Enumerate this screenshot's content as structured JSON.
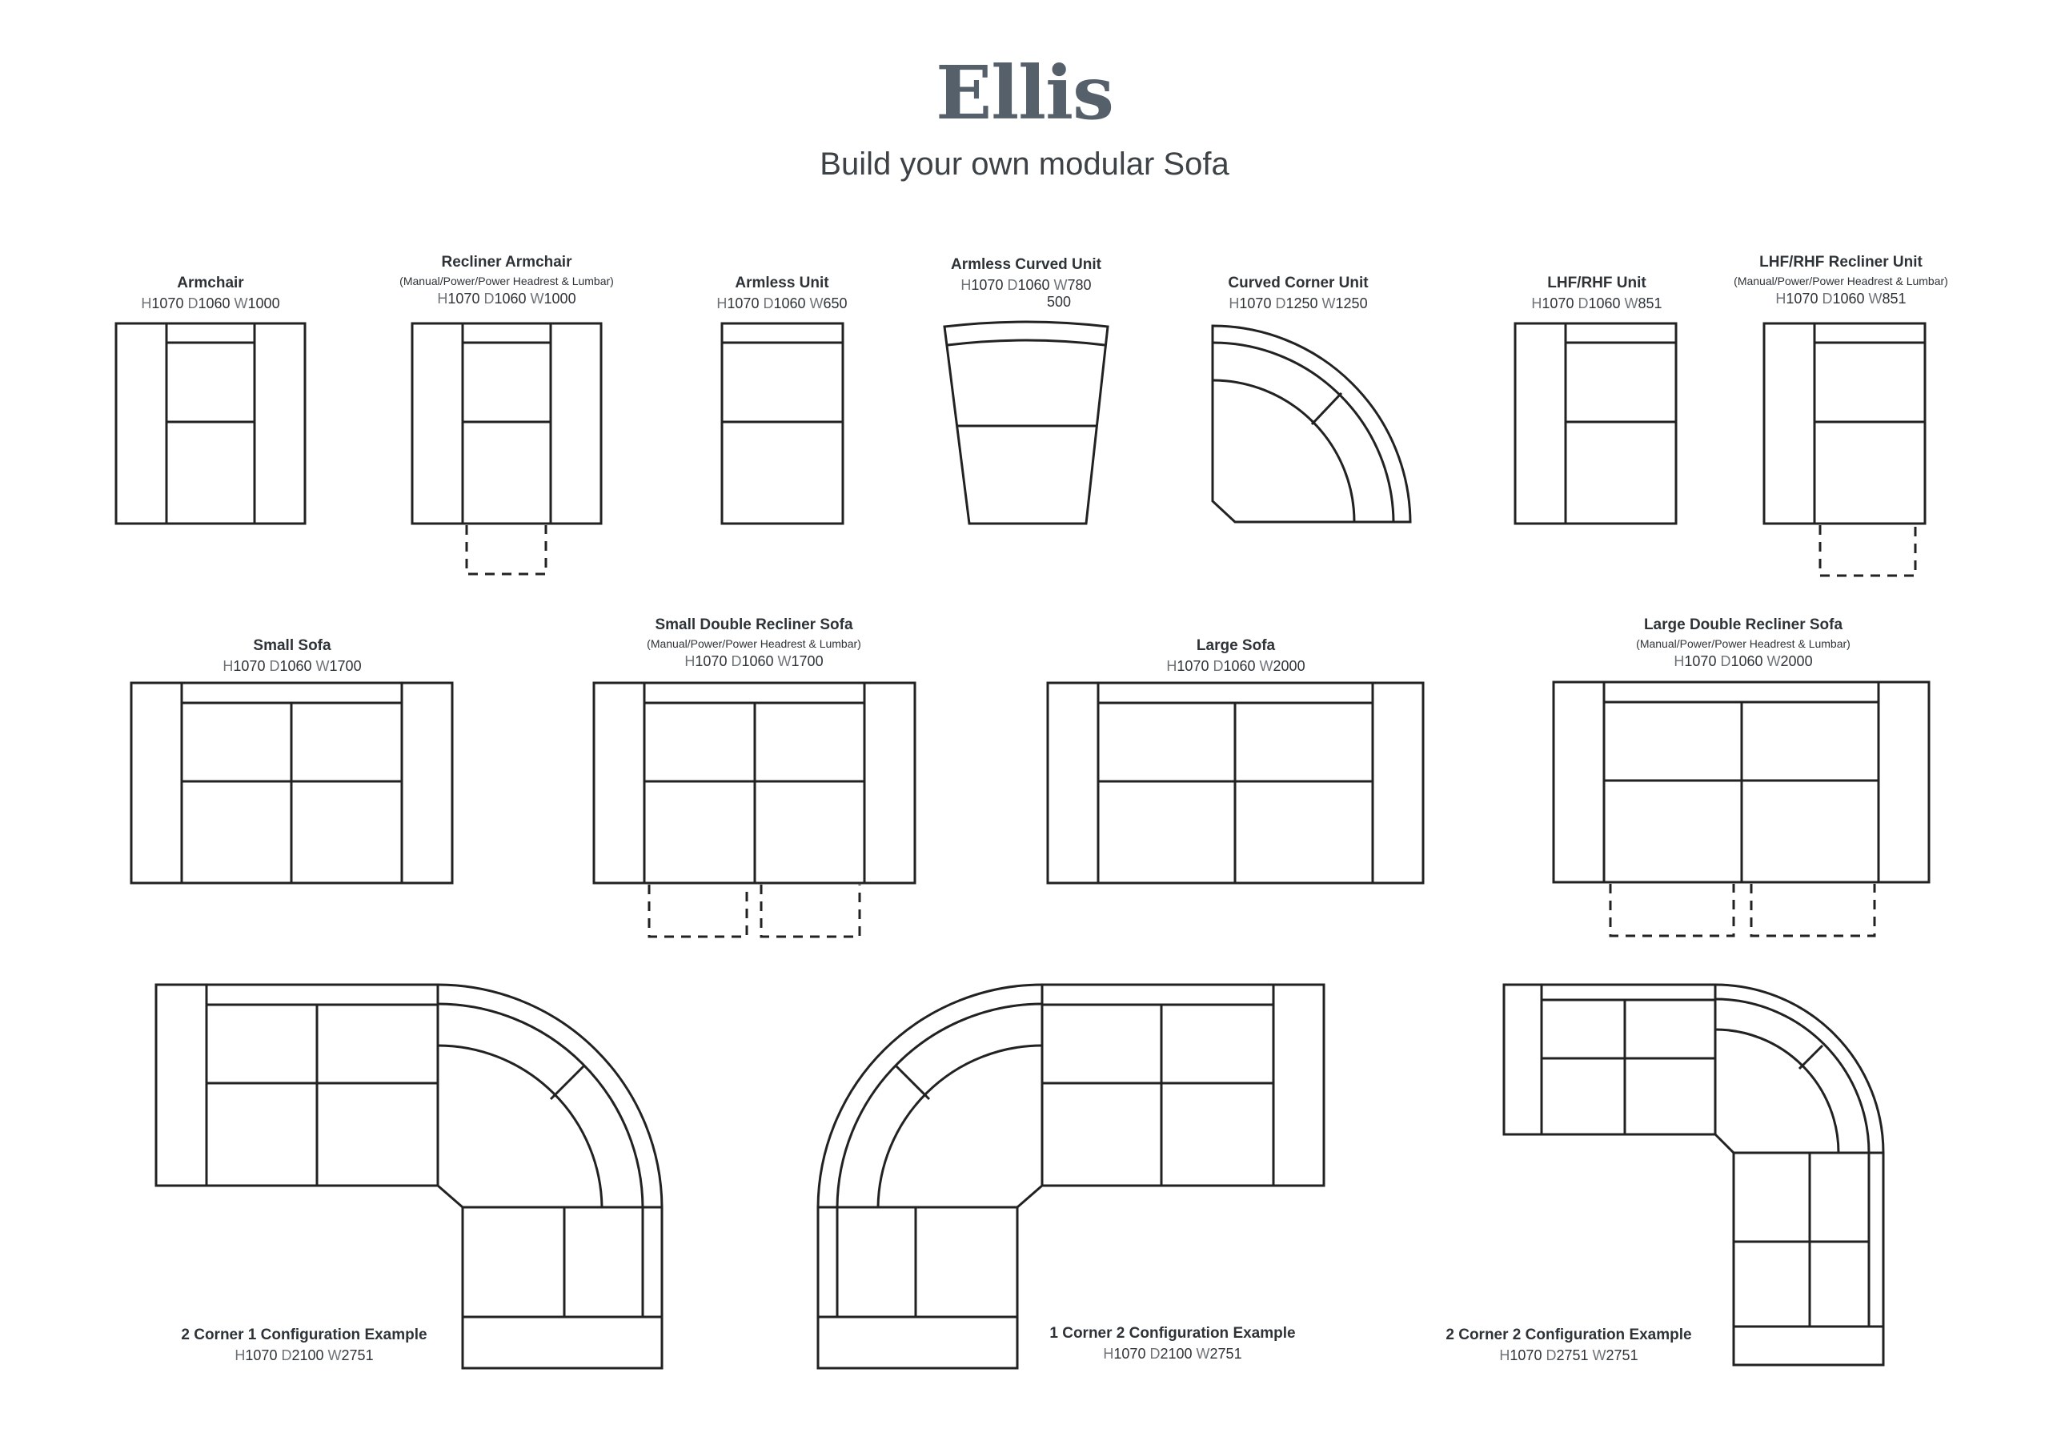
{
  "brand": {
    "logo_text": "Ellis",
    "brand_color": "#56606b"
  },
  "page": {
    "subtitle": "Build your own modular Sofa"
  },
  "dim_keys": {
    "h": "H",
    "d": "D",
    "w": "W"
  },
  "units": [
    {
      "name": "Armchair",
      "note": "",
      "h": "1070",
      "d": "1060",
      "w": "1000"
    },
    {
      "name": "Recliner Armchair",
      "note": "(Manual/Power/Power Headrest & Lumbar)",
      "h": "1070",
      "d": "1060",
      "w": "1000"
    },
    {
      "name": "Armless Unit",
      "note": "",
      "h": "1070",
      "d": "1060",
      "w": "650"
    },
    {
      "name": "Armless Curved Unit",
      "note": "",
      "h": "1070",
      "d": "1060",
      "w": "780",
      "w2": "500"
    },
    {
      "name": "Curved Corner Unit",
      "note": "",
      "h": "1070",
      "d": "1250",
      "w": "1250"
    },
    {
      "name": "LHF/RHF Unit",
      "note": "",
      "h": "1070",
      "d": "1060",
      "w": "851"
    },
    {
      "name": "LHF/RHF Recliner Unit",
      "note": "(Manual/Power/Power Headrest & Lumbar)",
      "h": "1070",
      "d": "1060",
      "w": "851"
    },
    {
      "name": "Small Sofa",
      "note": "",
      "h": "1070",
      "d": "1060",
      "w": "1700"
    },
    {
      "name": "Small Double Recliner Sofa",
      "note": "(Manual/Power/Power Headrest & Lumbar)",
      "h": "1070",
      "d": "1060",
      "w": "1700"
    },
    {
      "name": "Large Sofa",
      "note": "",
      "h": "1070",
      "d": "1060",
      "w": "2000"
    },
    {
      "name": "Large Double Recliner Sofa",
      "note": "(Manual/Power/Power Headrest & Lumbar)",
      "h": "1070",
      "d": "1060",
      "w": "2000"
    }
  ],
  "configs": [
    {
      "name": "2 Corner 1 Configuration Example",
      "h": "1070",
      "d": "2100",
      "w": "2751"
    },
    {
      "name": "1 Corner 2 Configuration Example",
      "h": "1070",
      "d": "2100",
      "w": "2751"
    },
    {
      "name": "2 Corner 2 Configuration Example",
      "h": "1070",
      "d": "2751",
      "w": "2751"
    }
  ]
}
